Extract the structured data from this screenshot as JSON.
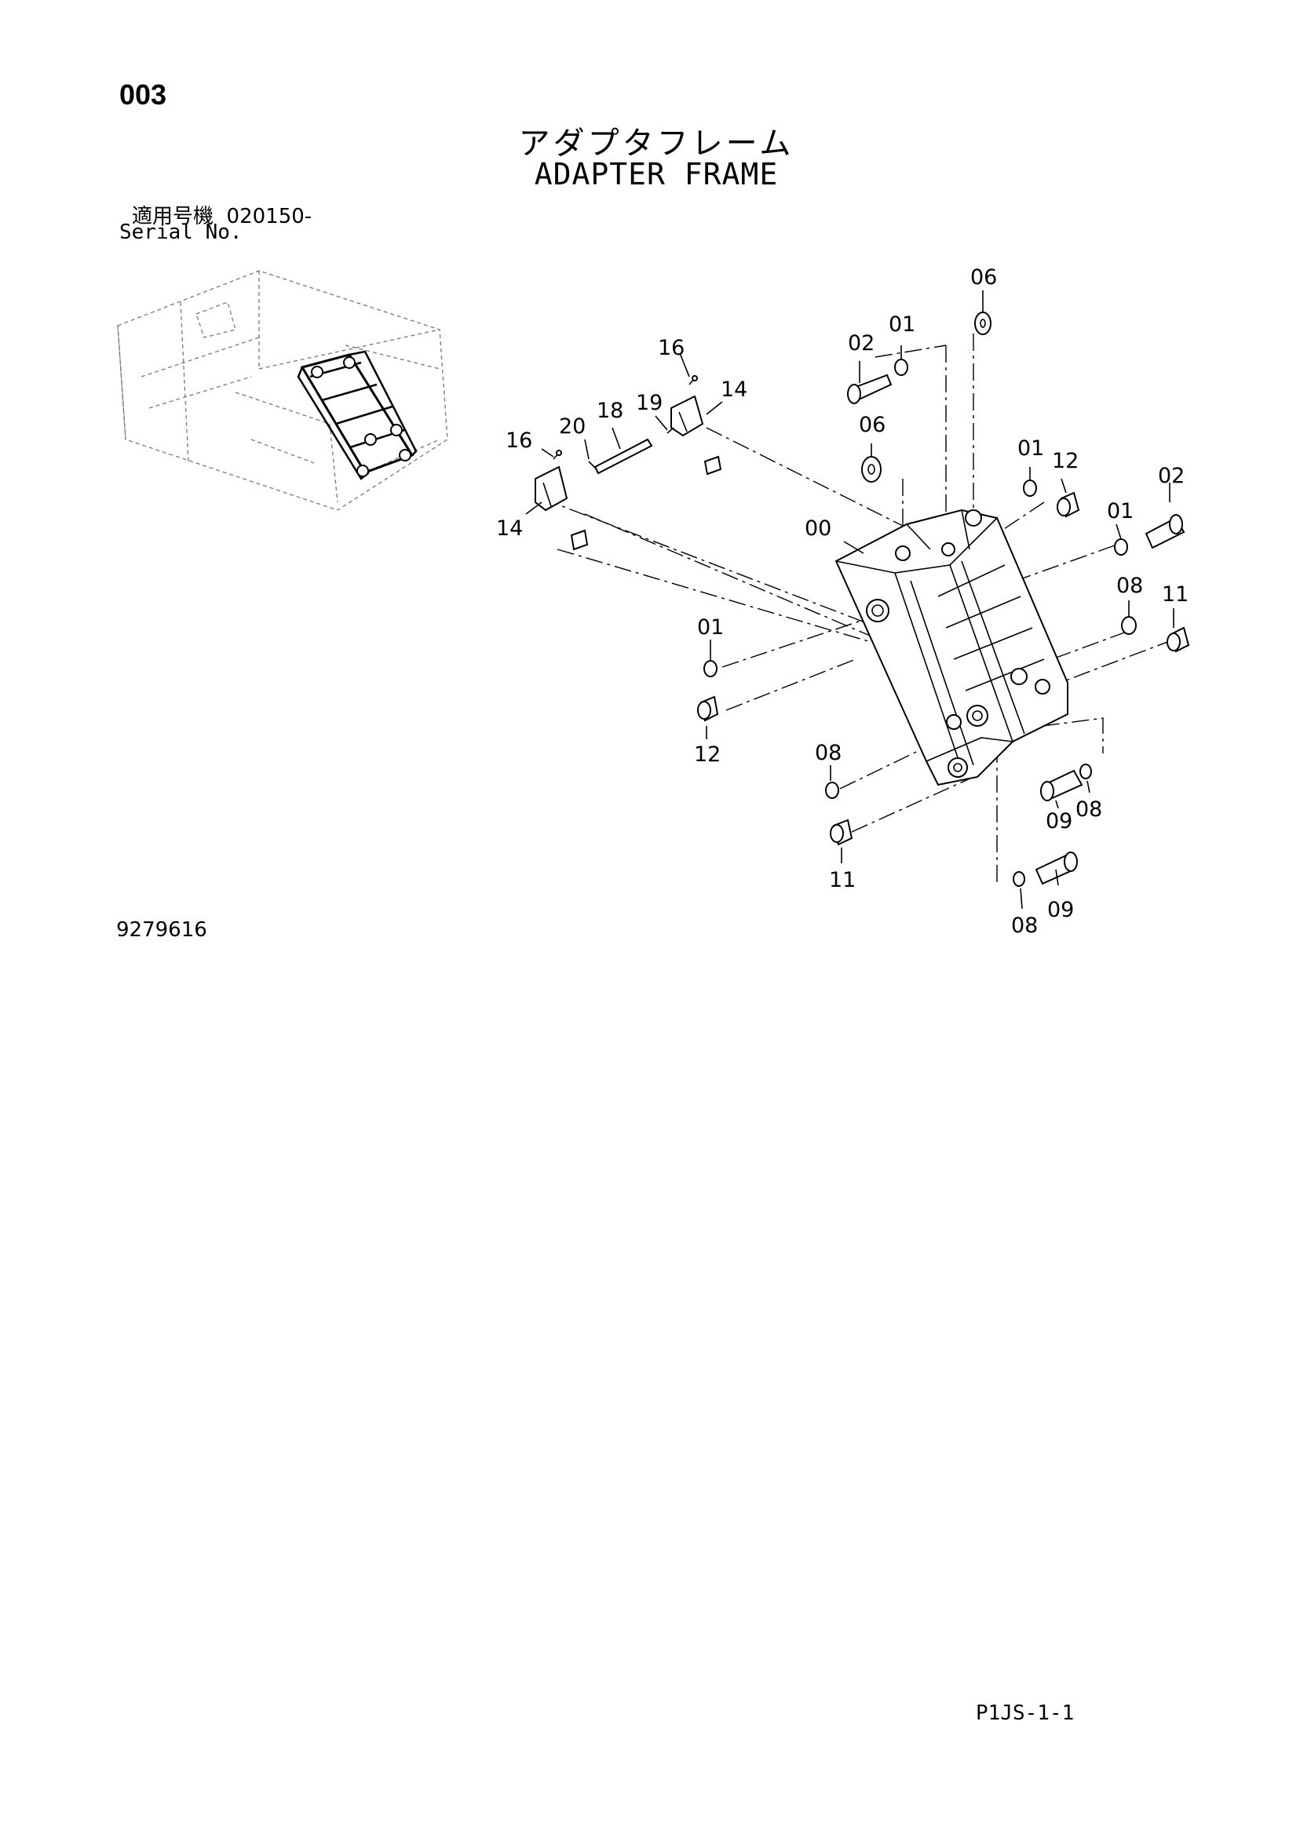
{
  "header": {
    "page_number": "003",
    "title_jp": "アダプタフレーム",
    "title_en": "ADAPTER FRAME",
    "serial_label_jp": "適用号機",
    "serial_value": "020150-",
    "serial_label_en": "Serial No."
  },
  "footer": {
    "drawing_number": "9279616",
    "sheet_code": "P1JS-1-1"
  },
  "callouts": [
    "06",
    "01",
    "02",
    "16",
    "14",
    "19",
    "18",
    "20",
    "16",
    "14",
    "06",
    "01",
    "12",
    "02",
    "01",
    "00",
    "08",
    "11",
    "01",
    "12",
    "08",
    "09",
    "08",
    "11",
    "08",
    "09"
  ]
}
